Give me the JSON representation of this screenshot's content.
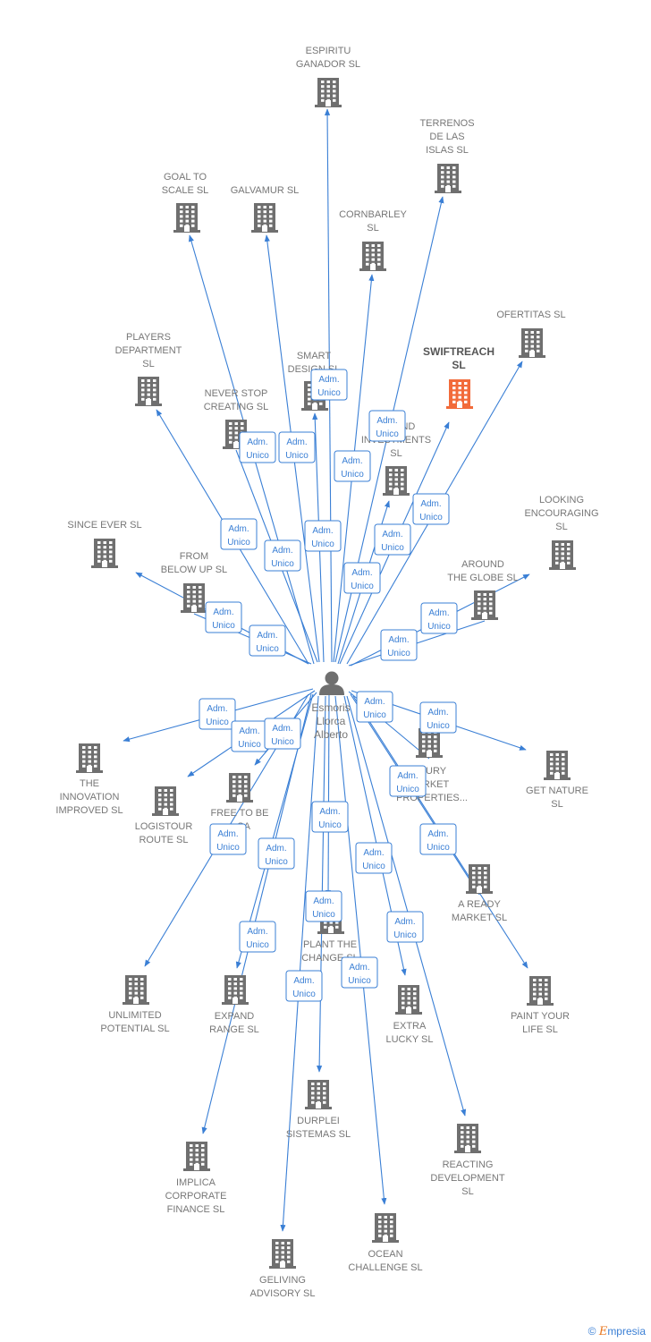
{
  "center": {
    "name": "Esmoris Llorca Alberto",
    "lines": [
      "Esmoris",
      "Llorca",
      "Alberto"
    ],
    "icon": "person-icon"
  },
  "colors": {
    "edge": "#3a7fd5",
    "building": "#6f6f6f",
    "highlight": "#f26b3a"
  },
  "badge": {
    "line1": "Adm.",
    "line2": "Unico"
  },
  "companies": [
    {
      "id": "espiritu",
      "lines": [
        "ESPIRITU",
        "GANADOR SL"
      ]
    },
    {
      "id": "terrenos",
      "lines": [
        "TERRENOS",
        "DE LAS",
        "ISLAS  SL"
      ]
    },
    {
      "id": "goal",
      "lines": [
        "GOAL TO",
        "SCALE  SL"
      ]
    },
    {
      "id": "galvamur",
      "lines": [
        "GALVAMUR  SL"
      ]
    },
    {
      "id": "cornbarley",
      "lines": [
        "CORNBARLEY",
        "SL"
      ]
    },
    {
      "id": "ofertitas",
      "lines": [
        "OFERTITAS  SL"
      ]
    },
    {
      "id": "players",
      "lines": [
        "PLAYERS",
        "DEPARTMENT",
        "SL"
      ]
    },
    {
      "id": "smart",
      "lines": [
        "SMART",
        "DESIGN  SL"
      ]
    },
    {
      "id": "swiftreach",
      "lines": [
        "SWIFTREACH",
        "SL"
      ],
      "highlight": true
    },
    {
      "id": "neverstop",
      "lines": [
        "NEVER STOP",
        "CREATING  SL"
      ]
    },
    {
      "id": "cand",
      "lines": [
        "C...  AND",
        "INVESTMENTS",
        "SL"
      ]
    },
    {
      "id": "looking",
      "lines": [
        "LOOKING",
        "ENCOURAGING",
        "SL"
      ]
    },
    {
      "id": "sinceever",
      "lines": [
        "SINCE EVER  SL"
      ]
    },
    {
      "id": "frombelow",
      "lines": [
        "FROM",
        "BELOW UP  SL"
      ]
    },
    {
      "id": "around",
      "lines": [
        "AROUND",
        "THE GLOBE  SL"
      ]
    },
    {
      "id": "innovation",
      "lines": [
        "THE",
        "INNOVATION",
        "IMPROVED  SL"
      ]
    },
    {
      "id": "logistour",
      "lines": [
        "LOGISTOUR",
        "ROUTE  SL"
      ]
    },
    {
      "id": "freetobe",
      "lines": [
        "FREE TO BE",
        "...SA"
      ]
    },
    {
      "id": "luxury",
      "lines": [
        "...URY",
        "...RKET",
        "PROPERTIES..."
      ]
    },
    {
      "id": "getnature",
      "lines": [
        "GET NATURE",
        "SL"
      ]
    },
    {
      "id": "aready",
      "lines": [
        "A READY",
        "MARKET  SL"
      ]
    },
    {
      "id": "plantchange",
      "lines": [
        "PLANT THE",
        "CHANGE  SL"
      ]
    },
    {
      "id": "unlimited",
      "lines": [
        "UNLIMITED",
        "POTENTIAL  SL"
      ]
    },
    {
      "id": "expand",
      "lines": [
        "EXPAND",
        "RANGE  SL"
      ]
    },
    {
      "id": "extralucky",
      "lines": [
        "EXTRA",
        "LUCKY  SL"
      ]
    },
    {
      "id": "paint",
      "lines": [
        "PAINT YOUR",
        "LIFE  SL"
      ]
    },
    {
      "id": "durplei",
      "lines": [
        "DURPLEI",
        "SISTEMAS  SL"
      ]
    },
    {
      "id": "reacting",
      "lines": [
        "REACTING",
        "DEVELOPMENT",
        "SL"
      ]
    },
    {
      "id": "implica",
      "lines": [
        "IMPLICA",
        "CORPORATE",
        "FINANCE  SL"
      ]
    },
    {
      "id": "ocean",
      "lines": [
        "OCEAN",
        "CHALLENGE  SL"
      ]
    },
    {
      "id": "geliving",
      "lines": [
        "GELIVING",
        "ADVISORY  SL"
      ]
    }
  ],
  "footer": {
    "copyright": "©",
    "brand_initial": "E",
    "brand_rest": "mpresia"
  }
}
